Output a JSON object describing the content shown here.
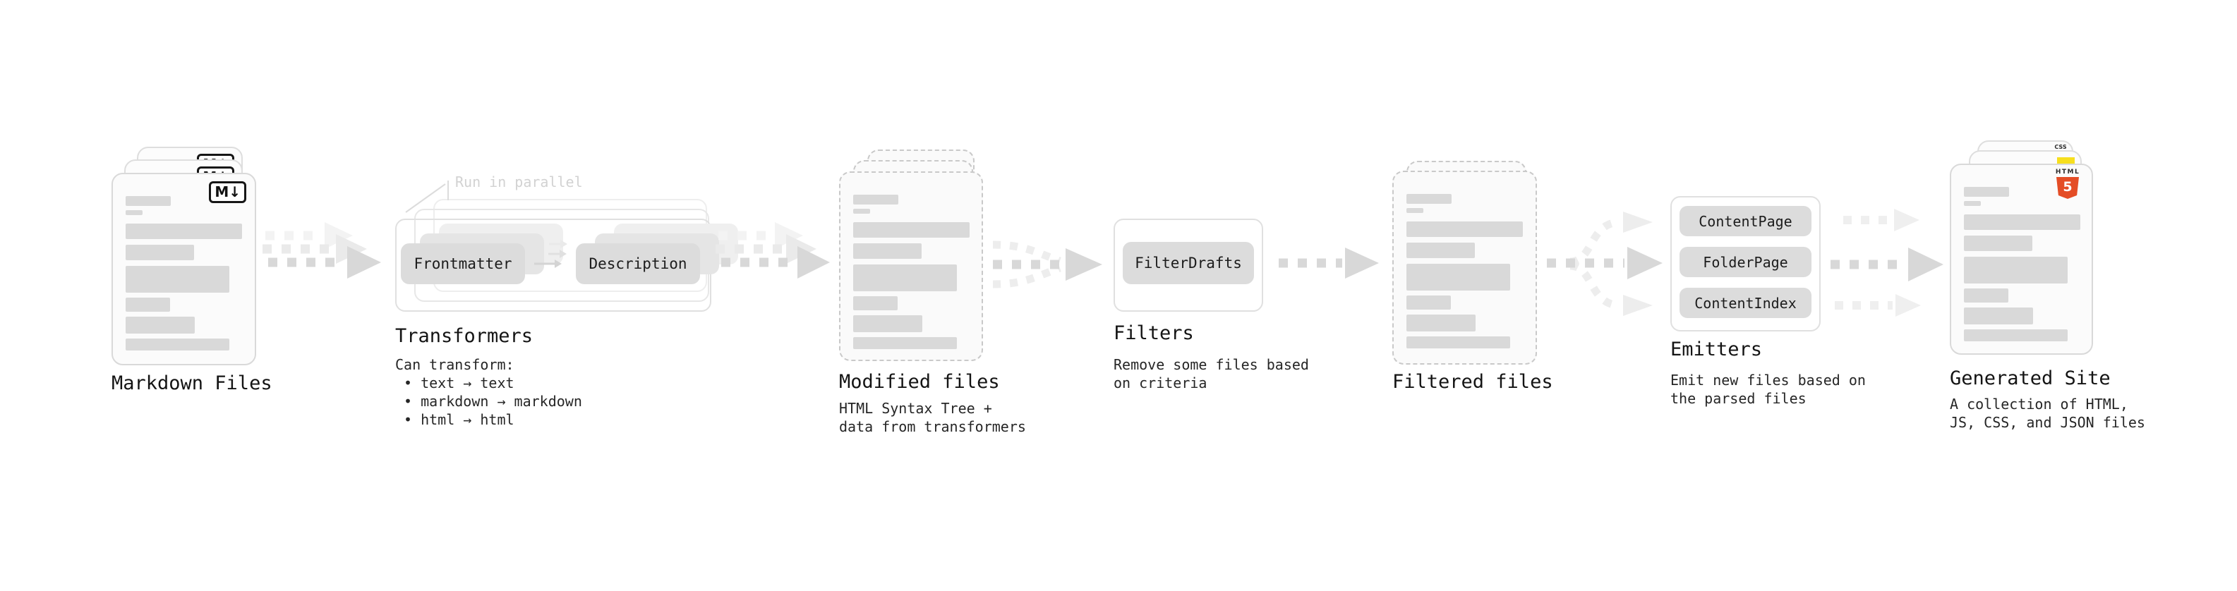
{
  "colors": {
    "html5_orange": "#E44D26",
    "js_yellow": "#F7DF1E",
    "css_blue": "#1572B6",
    "skeleton_gray": "#D9D9D9",
    "arrow_gray": "#D8D8D8"
  },
  "stages": {
    "markdown_files": {
      "title": "Markdown Files",
      "badge": "M↓"
    },
    "transformers": {
      "title": "Transformers",
      "note": "Run in parallel",
      "frontmatter_label": "Frontmatter",
      "description_label": "Description",
      "desc_heading": "Can transform:",
      "bullet_1": "• text → text",
      "bullet_2": "• markdown → markdown",
      "bullet_3": "• html → html"
    },
    "modified_files": {
      "title": "Modified files",
      "subtitle": "HTML Syntax Tree +\ndata from transformers"
    },
    "filters": {
      "title": "Filters",
      "button": "FilterDrafts",
      "subtitle": "Remove some files based\non criteria"
    },
    "filtered_files": {
      "title": "Filtered files"
    },
    "emitters": {
      "title": "Emitters",
      "button_1": "ContentPage",
      "button_2": "FolderPage",
      "button_3": "ContentIndex",
      "subtitle": "Emit new files based on\nthe parsed files"
    },
    "generated_site": {
      "title": "Generated Site",
      "subtitle": "A collection of HTML,\nJS, CSS, and JSON files",
      "html_badge_top": "HTML",
      "html_badge_number": "5",
      "css_badge": "CSS"
    }
  }
}
